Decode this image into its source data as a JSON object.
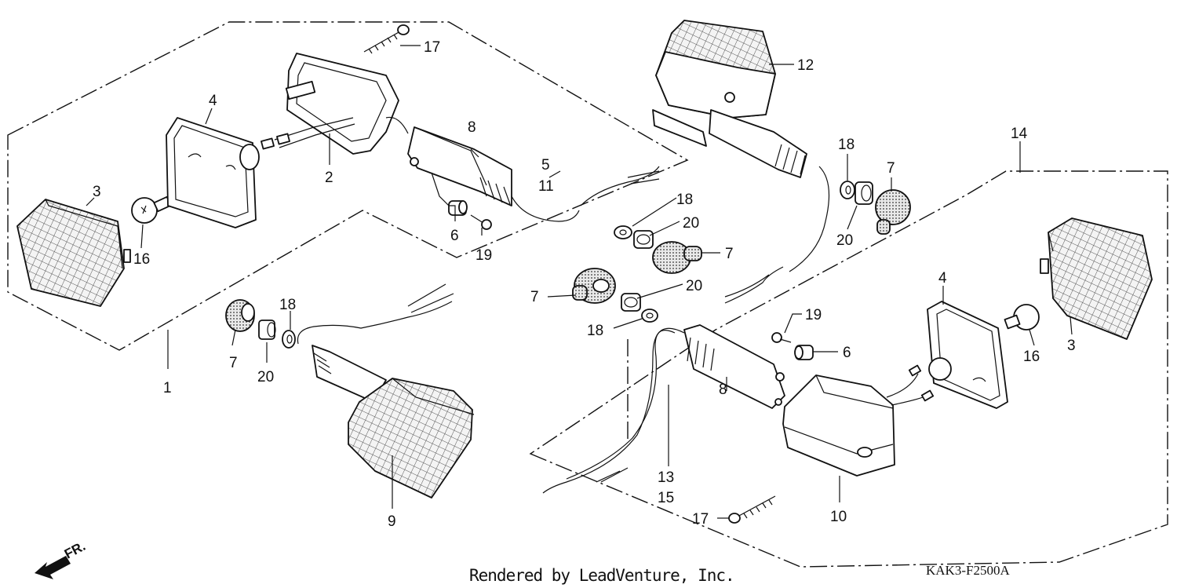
{
  "labels": {
    "l1": "1",
    "l2": "2",
    "l3a": "3",
    "l3b": "3",
    "l4a": "4",
    "l4b": "4",
    "l5": "5",
    "l6a": "6",
    "l6b": "6",
    "l7a": "7",
    "l7b": "7",
    "l7c": "7",
    "l7d": "7",
    "l8a": "8",
    "l8b": "8",
    "l9": "9",
    "l10": "10",
    "l11": "11",
    "l12": "12",
    "l13": "13",
    "l14": "14",
    "l15": "15",
    "l16a": "16",
    "l16b": "16",
    "l17a": "17",
    "l17b": "17",
    "l18a": "18",
    "l18b": "18",
    "l18c": "18",
    "l18d": "18",
    "l19a": "19",
    "l19b": "19",
    "l20a": "20",
    "l20b": "20",
    "l20c": "20",
    "l20d": "20"
  },
  "direction": {
    "text": "FR."
  },
  "footer": {
    "credit": "Rendered by LeadVenture, Inc.",
    "diagram_code": "KAK3-F2500A"
  },
  "colors": {
    "ink": "#111111",
    "lens_fill": "#cfcfcf",
    "part_fill": "#ffffff"
  }
}
